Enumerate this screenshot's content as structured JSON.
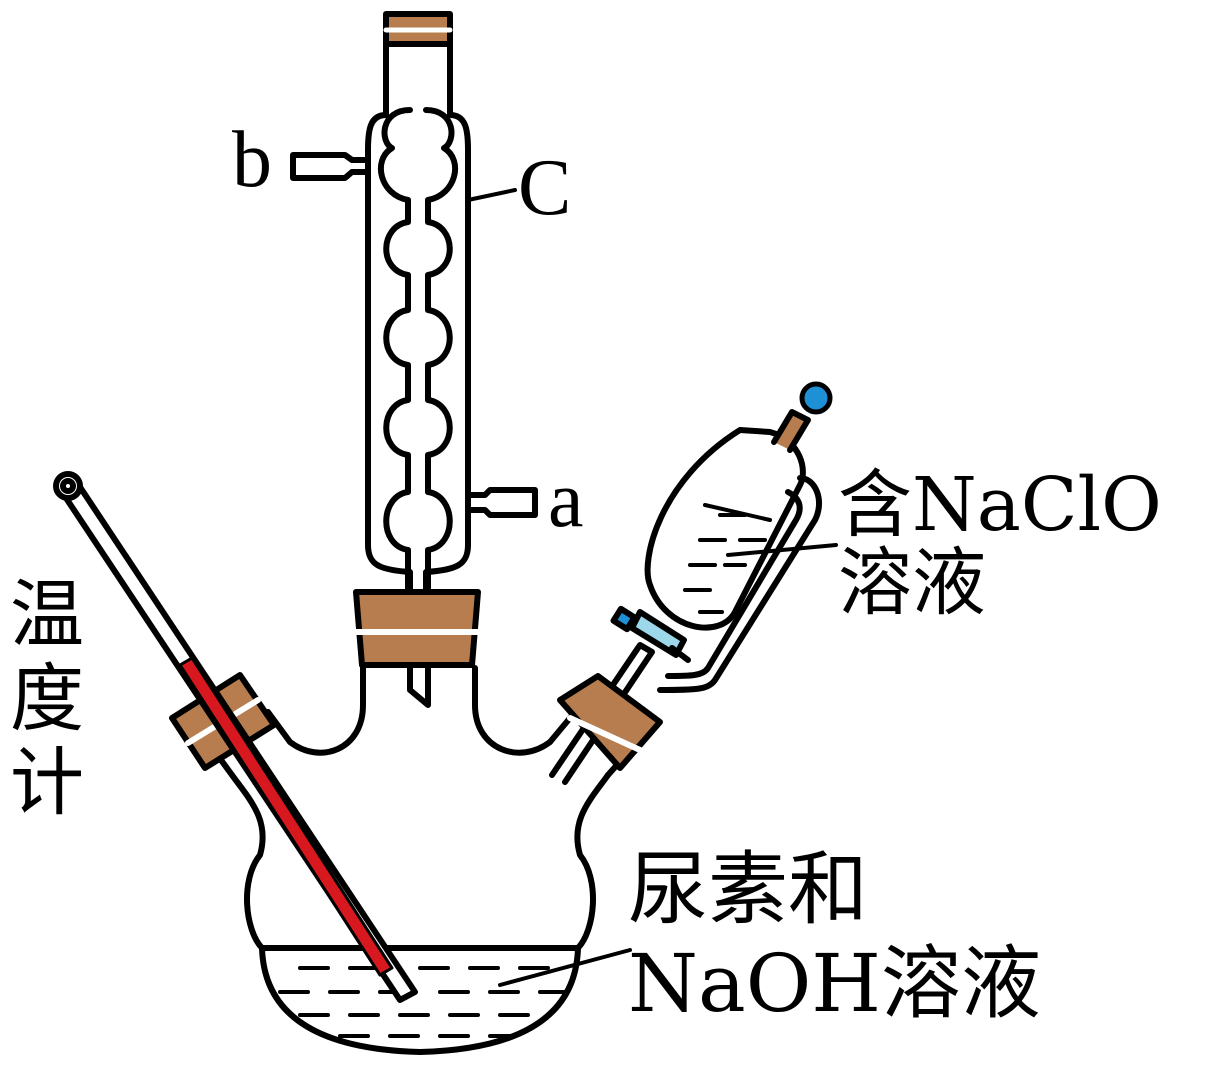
{
  "labels": {
    "port_b": "b",
    "condenser_c": "C",
    "port_a": "a",
    "dropping_funnel": [
      "含NaClO",
      "溶液"
    ],
    "thermometer": [
      "温",
      "度",
      "计"
    ],
    "flask_solution": [
      "尿素和",
      "NaOH溶液"
    ]
  },
  "colors": {
    "stopper": "#B77D4E",
    "thermometer_liquid": "#D7191F",
    "stopcock_knob": "#1E90D6",
    "stopcock": "#9DD7EA",
    "line": "#000000"
  },
  "icons": {
    "condenser": "bulb-condenser-icon",
    "flask": "three-neck-flask-icon",
    "funnel": "pressure-equalizing-dropping-funnel-icon",
    "thermometer": "thermometer-icon"
  }
}
